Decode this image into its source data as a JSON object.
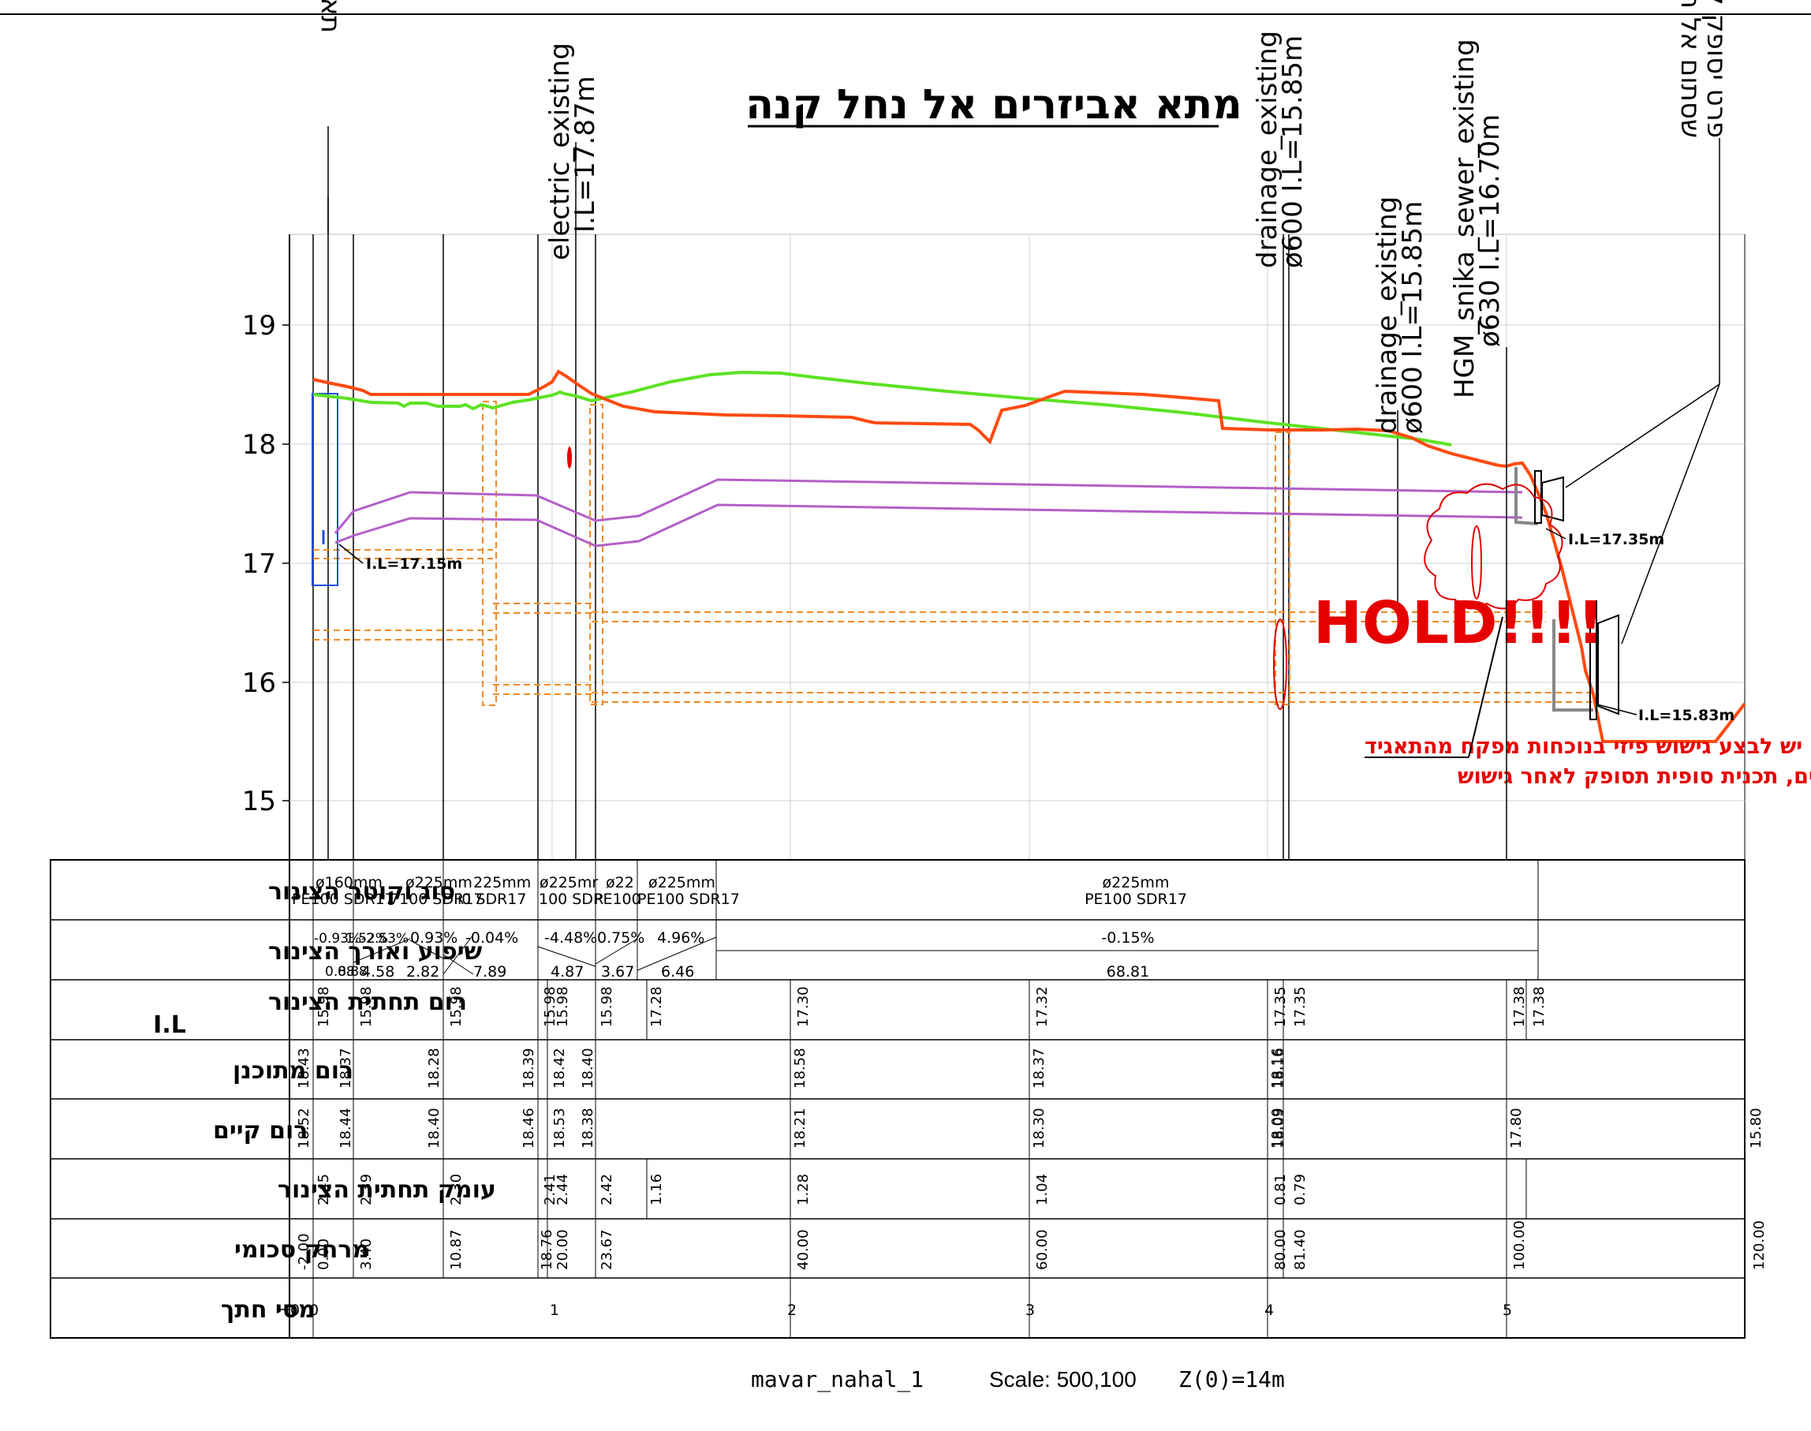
{
  "title": "מתא אביזרים אל נחל קנה",
  "y_ticks": [
    "19",
    "18",
    "17",
    "16",
    "15"
  ],
  "top_labels": {
    "planned_chamber": "תא אביזרים מתוכנן",
    "electric_1": "electric_existing",
    "electric_2": "I.L=17.87m",
    "drainage1_1": "drainage_existing",
    "drainage1_2": "ø600 I.L=15.85m",
    "drainage2_1": "drainage_existing",
    "drainage2_2": "ø600 I.L=15.85m",
    "sewer_1": "HGM_snika_sewer_existing",
    "sewer_2": "ø630 I.L=16.70m",
    "closure_1": "שסתום אל חוזר מתוכנן",
    "closure_2": "פרט יסופק לאחר מדידה"
  },
  "il_labels": [
    "I.L=17.15m",
    "I.L=17.35m",
    "I.L=15.83m"
  ],
  "hold": "HOLD!!!!",
  "notes": [
    "יש לבצע גישוש פיזי בנוכחות מפקח מהתאגיד",
    "אין להזמין חומרים, תכנית סופית תסופק לאחר גישוש"
  ],
  "row_labels": [
    "סוג וקוטר הצינור",
    "שיפוע ואורך הצינור",
    "רום תחתית הצינור",
    "I.L",
    "רום מתוכנן",
    "רום קיים",
    "עומק תחתית הצינור",
    "מרחק סכומי",
    "מסי חתך"
  ],
  "pipe_types": [
    {
      "a": "ø160mm",
      "b": "PE100  SDR17"
    },
    {
      "a": "ø225mm",
      "b": "7100  SDR17"
    },
    {
      "a": "225mm",
      "b": "i0  SDR17"
    },
    {
      "a": "ø225mr",
      "b": "100  SDR"
    },
    {
      "a": "ø22",
      "b": "PE100"
    },
    {
      "a": "ø225mm",
      "b": "PE100  SDR17"
    },
    {
      "a": "ø225mm",
      "b": "PE100  SDR17"
    }
  ],
  "slopes": [
    {
      "s": "-0.93%",
      "l": "0.88"
    },
    {
      "s": "1.52%",
      "l": "0.88"
    },
    {
      "s": "-2.53%",
      "l": "4.58"
    },
    {
      "s": "0.93%",
      "l": "2.82"
    },
    {
      "s": "-0.04%",
      "l": "7.89"
    },
    {
      "s": "-4.48%",
      "l": "4.87"
    },
    {
      "s": "0.75%",
      "l": "3.67"
    },
    {
      "s": "4.96%",
      "l": "6.46"
    },
    {
      "s": "-0.15%",
      "l": "68.81"
    }
  ],
  "invert": [
    "15.98",
    "15.98",
    "15.98",
    "15.98",
    "15.98",
    "15.98",
    "17.28",
    "17.30",
    "17.32",
    "17.35",
    "17.35",
    "17.38",
    "17.38"
  ],
  "planned": [
    "18.43",
    "18.37",
    "18.28",
    "18.39",
    "18.42",
    "18.40",
    "18.58",
    "18.37",
    "18.16",
    "18.16"
  ],
  "existing": [
    "18.52",
    "18.44",
    "18.40",
    "18.46",
    "18.53",
    "18.38",
    "18.21",
    "18.30",
    "18.09",
    "18.09",
    "17.80",
    "15.80"
  ],
  "depth": [
    "2.45",
    "2.39",
    "2.30",
    "2.41",
    "2.44",
    "2.42",
    "1.16",
    "1.28",
    "1.04",
    "0.81",
    "0.79"
  ],
  "distance": [
    "-2.00",
    "0.00",
    "3.40",
    "10.87",
    "18.76",
    "20.00",
    "23.67",
    "40.00",
    "60.00",
    "80.00",
    "81.40",
    "100.00",
    "120.00"
  ],
  "sections": [
    "0",
    "0",
    "1",
    "2",
    "3",
    "4",
    "5"
  ],
  "footer": {
    "name": "mavar_nahal_1",
    "scale": "Scale: 500,100",
    "z": "Z(0)=14m"
  }
}
